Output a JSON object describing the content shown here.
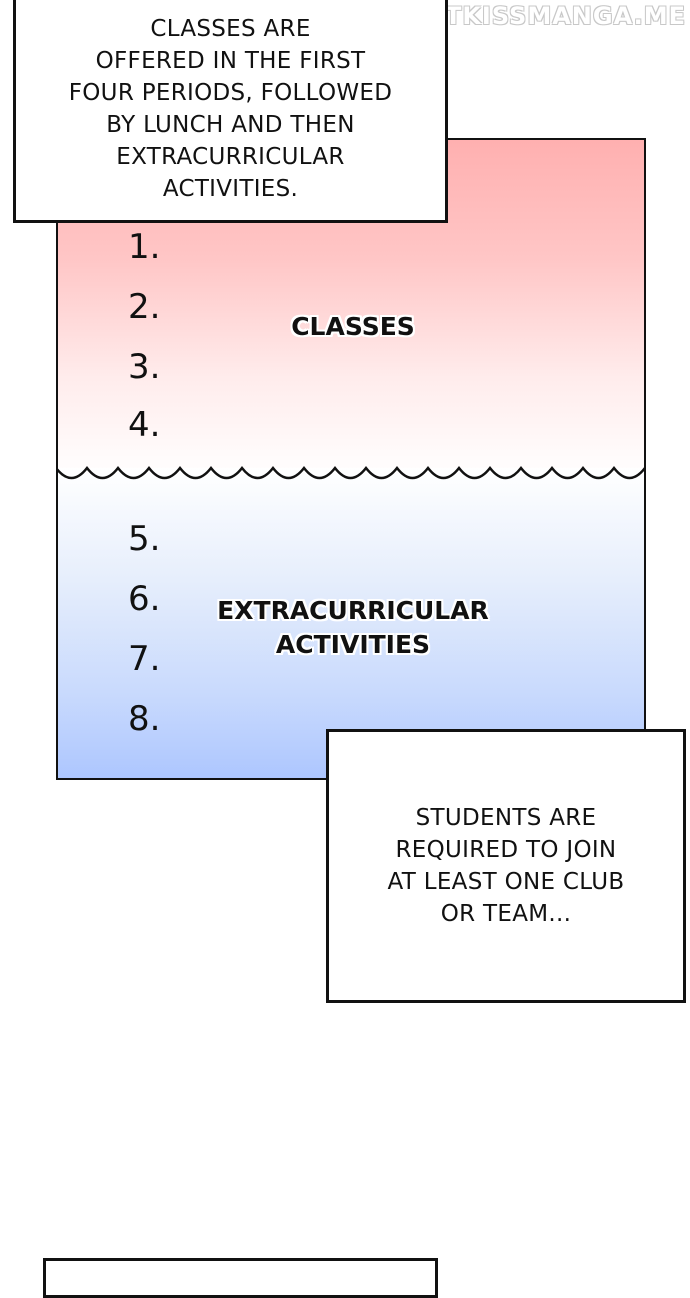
{
  "watermark": "1STKISSMANGA.ME",
  "schedule": {
    "periods_top": [
      "1.",
      "2.",
      "3.",
      "4."
    ],
    "periods_bottom": [
      "5.",
      "6.",
      "7.",
      "8."
    ],
    "classes_label": "CLASSES",
    "extracurricular_label": [
      "EXTRACURRICULAR",
      "ACTIVITIES"
    ],
    "colors": {
      "top": "#ffb0b0",
      "bottom": "#aac4ff"
    }
  },
  "caption_top": [
    "CLASSES ARE",
    "OFFERED IN THE FIRST",
    "FOUR PERIODS, FOLLOWED",
    "BY LUNCH AND THEN",
    "EXTRACURRICULAR",
    "ACTIVITIES."
  ],
  "caption_right": [
    "STUDENTS ARE",
    "REQUIRED TO JOIN",
    "AT LEAST ONE CLUB",
    "OR TEAM..."
  ]
}
